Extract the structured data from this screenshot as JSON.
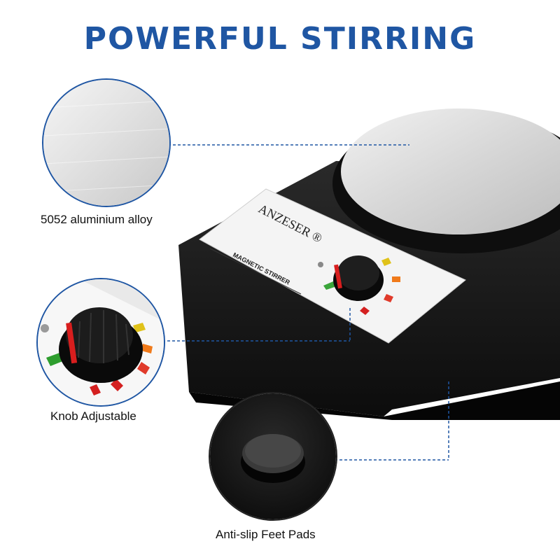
{
  "header": {
    "title": "POWERFUL STIRRING"
  },
  "product": {
    "brand": "ANZESER",
    "registered_mark": "®",
    "panel_text": "MAGNETIC STIRRER"
  },
  "features": [
    {
      "label": "5052 aluminium alloy",
      "icon": "aluminium-plate-closeup"
    },
    {
      "label": "Knob Adjustable",
      "icon": "knob-closeup"
    },
    {
      "label": "Anti-slip Feet Pads",
      "icon": "foot-pad-closeup"
    }
  ],
  "colors": {
    "title_blue": "#1f56a3",
    "body_black": "#141414",
    "plate_silver": "#d8d8d8",
    "dashed_line": "#1f56a3"
  }
}
